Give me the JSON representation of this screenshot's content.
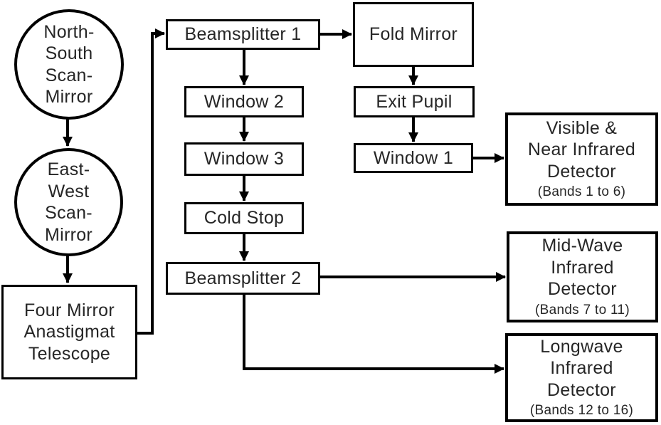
{
  "diagram": {
    "type": "flowchart",
    "background_color": "#ffffff",
    "line_color": "#000000",
    "text_color": "#262626",
    "nodes": {
      "ns_scan_mirror": {
        "shape": "circle",
        "label": "North-\nSouth\nScan-\nMirror"
      },
      "ew_scan_mirror": {
        "shape": "circle",
        "label": "East-\nWest\nScan-\nMirror"
      },
      "telescope": {
        "shape": "rect",
        "label": "Four Mirror\nAnastigmat\nTelescope"
      },
      "beamsplitter1": {
        "shape": "rect",
        "label": "Beamsplitter 1"
      },
      "fold_mirror": {
        "shape": "rect",
        "label": "Fold Mirror"
      },
      "exit_pupil": {
        "shape": "rect",
        "label": "Exit Pupil"
      },
      "window1": {
        "shape": "rect",
        "label": "Window 1"
      },
      "window2": {
        "shape": "rect",
        "label": "Window 2"
      },
      "window3": {
        "shape": "rect",
        "label": "Window 3"
      },
      "cold_stop": {
        "shape": "rect",
        "label": "Cold Stop"
      },
      "beamsplitter2": {
        "shape": "rect",
        "label": "Beamsplitter 2"
      },
      "vnir_detector": {
        "shape": "rect",
        "label": "Visible &\nNear Infrared\nDetector",
        "bands": "(Bands 1 to 6)"
      },
      "mwir_detector": {
        "shape": "rect",
        "label": "Mid-Wave\nInfrared\nDetector",
        "bands": "(Bands 7 to 11)"
      },
      "lwir_detector": {
        "shape": "rect",
        "label": "Longwave\nInfrared\nDetector",
        "bands": "(Bands 12 to 16)"
      }
    },
    "edges": [
      {
        "from": "ns_scan_mirror",
        "to": "ew_scan_mirror"
      },
      {
        "from": "ew_scan_mirror",
        "to": "telescope"
      },
      {
        "from": "telescope",
        "to": "beamsplitter1"
      },
      {
        "from": "beamsplitter1",
        "to": "fold_mirror"
      },
      {
        "from": "beamsplitter1",
        "to": "window2"
      },
      {
        "from": "fold_mirror",
        "to": "exit_pupil"
      },
      {
        "from": "exit_pupil",
        "to": "window1"
      },
      {
        "from": "window1",
        "to": "vnir_detector"
      },
      {
        "from": "window2",
        "to": "window3"
      },
      {
        "from": "window3",
        "to": "cold_stop"
      },
      {
        "from": "cold_stop",
        "to": "beamsplitter2"
      },
      {
        "from": "beamsplitter2",
        "to": "mwir_detector"
      },
      {
        "from": "beamsplitter2",
        "to": "lwir_detector"
      }
    ]
  }
}
